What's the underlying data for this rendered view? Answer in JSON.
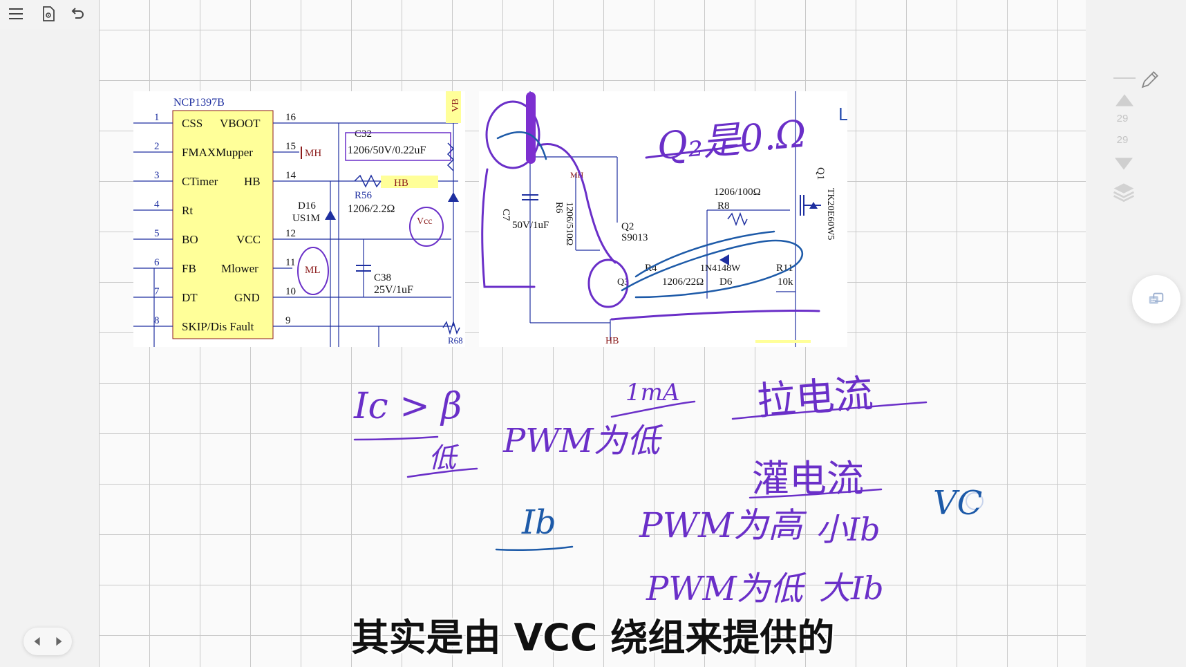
{
  "toolbar": {
    "left_icons": [
      "menu-icon",
      "document-view-icon",
      "undo-icon",
      "chevron-down-icon"
    ],
    "right_icons": [
      "copy-pages-icon",
      "list-icon",
      "page-icon",
      "search-document-icon",
      "clock-icon",
      "gear-icon"
    ]
  },
  "sidebar": {
    "page_current": "29",
    "page_total": "29"
  },
  "schematic": {
    "ic_name": "NCP1397B",
    "pins_left": [
      {
        "num": "1",
        "name": "CSS"
      },
      {
        "num": "2",
        "name": "FMAXMupper"
      },
      {
        "num": "3",
        "name": "CTimer"
      },
      {
        "num": "4",
        "name": "Rt"
      },
      {
        "num": "5",
        "name": "BO"
      },
      {
        "num": "6",
        "name": "FB"
      },
      {
        "num": "7",
        "name": "DT"
      },
      {
        "num": "8",
        "name": "SKIP/Dis Fault"
      }
    ],
    "pins_right": [
      {
        "num": "16",
        "name": "VBOOT"
      },
      {
        "num": "15",
        "name": ""
      },
      {
        "num": "14",
        "name": "HB"
      },
      {
        "num": "",
        "name": ""
      },
      {
        "num": "12",
        "name": "VCC"
      },
      {
        "num": "11",
        "name": "Mlower"
      },
      {
        "num": "10",
        "name": "GND"
      },
      {
        "num": "9",
        "name": ""
      }
    ],
    "labels": {
      "vb": "VB",
      "mh": "MH",
      "c32_ref": "C32",
      "c32_val": "1206/50V/0.22uF",
      "hb": "HB",
      "r56_ref": "R56",
      "r56_val": "1206/2.2Ω",
      "d16_ref": "D16",
      "d16_val": "US1M",
      "vcc": "Vcc",
      "ml": "ML",
      "c38_ref": "C38",
      "c38_val": "25V/1uF",
      "r68": "R68",
      "c7_ref": "C7",
      "c7_val": "50V/1uF",
      "r6_ref": "R6",
      "r6_val": "1206/510Ω",
      "mh2": "MH",
      "q2_ref": "Q2",
      "q2_val": "S9013",
      "q1_ref": "Q1",
      "q1_val": "TK20E60W5",
      "r8_ref": "R8",
      "r8_val": "1206/100Ω",
      "r4_ref": "R4",
      "r4_val": "1206/22Ω",
      "d6_ref": "D6",
      "d6_val": "1N4148W",
      "r11_ref": "R11",
      "r11_val": "10k",
      "q3_ref": "Q3",
      "hb2": "HB",
      "l_mark": "L"
    }
  },
  "handwriting": {
    "q2_note": "Q₂是0.Ω",
    "ic_beta": "Ic > β",
    "current_ma": "1mA",
    "pull_current": "拉电流",
    "sink_current": "灌电流",
    "ib": "Ib",
    "pwm_high": "PWM为高",
    "pwm_low_1": "PWM为低",
    "pwm_low_2": "PWM为低",
    "small_ib": "小Ib",
    "large_ib": "大Ib",
    "vc": "VC",
    "low": "低"
  },
  "subtitle": "其实是由 VCC 绕组来提供的",
  "colors": {
    "ink_purple": "#6a2fc8",
    "ink_blue": "#2a4fb0",
    "ink_dark_blue": "#1d3a8f",
    "ic_fill": "#ffff99",
    "schematic_red": "#8b1a1a",
    "schematic_blue": "#1e2fa0"
  }
}
